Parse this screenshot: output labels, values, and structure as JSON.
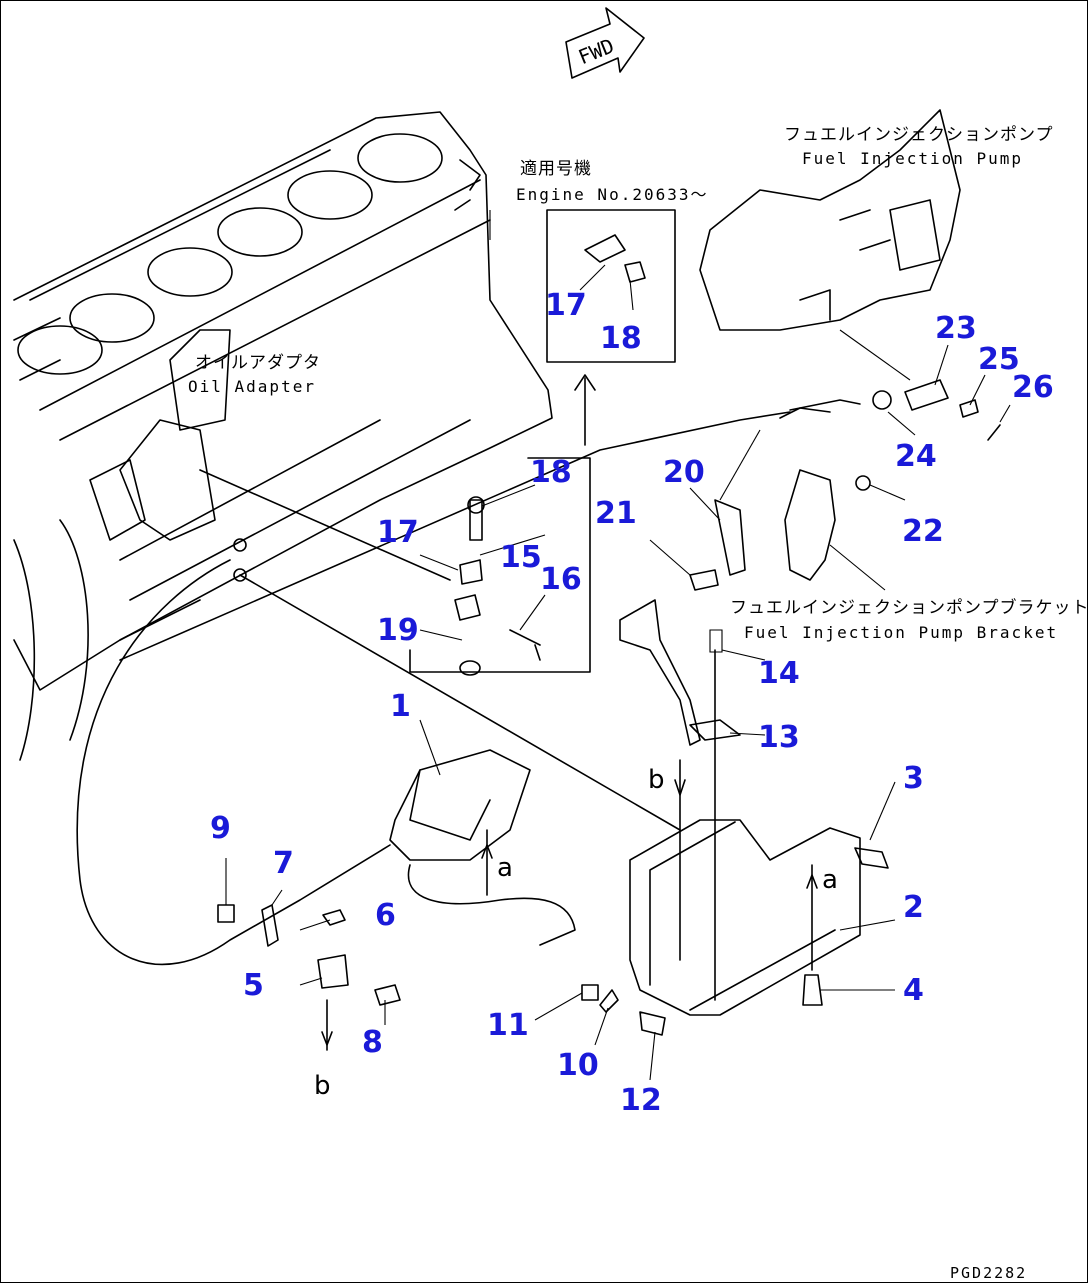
{
  "fwd_label": "FWD",
  "labels": {
    "fuel_injection_pump_jp": "フュエルインジェクションポンプ",
    "fuel_injection_pump_en": "Fuel Injection Pump",
    "oil_adapter_jp": "オイルアダプタ",
    "oil_adapter_en": "Oil Adapter",
    "applicable_jp": "適用号機",
    "engine_no": "Engine No.20633～",
    "bracket_jp": "フュエルインジェクションポンプブラケット",
    "bracket_en": "Fuel Injection Pump Bracket"
  },
  "callouts": [
    "1",
    "2",
    "3",
    "4",
    "5",
    "6",
    "7",
    "8",
    "9",
    "10",
    "11",
    "12",
    "13",
    "14",
    "15",
    "16",
    "17",
    "18",
    "19",
    "20",
    "21",
    "22",
    "23",
    "24",
    "25",
    "26"
  ],
  "inset_callouts": [
    "17",
    "18"
  ],
  "refs": {
    "a": "a",
    "b": "b"
  },
  "drawing_code": "PGD2282",
  "colors": {
    "callout": "#1a1ad8",
    "line": "#000000"
  }
}
